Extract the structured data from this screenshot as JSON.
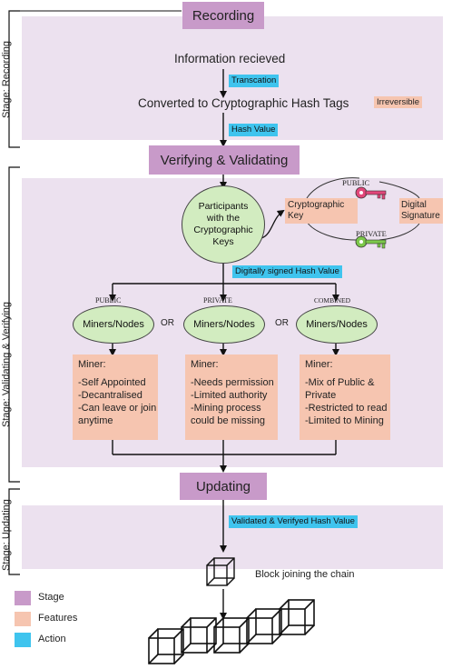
{
  "stages": {
    "recording": "Recording",
    "verifying": "Verifying & Validating",
    "updating": "Updating"
  },
  "side_labels": {
    "recording": "Stage: Recording",
    "validating": "Stage: Validating & Verifying",
    "updating": "Stage: Updating"
  },
  "recording": {
    "info": "Information recieved",
    "action_transaction": "Transcation",
    "converted": "Converted to Cryptographic Hash Tags",
    "irreversible": "Irreversible",
    "action_hash": "Hash Value"
  },
  "validating": {
    "participants": [
      "Participants",
      "with the",
      "Cryptographic",
      "Keys"
    ],
    "public_label": "PUBLIC",
    "private_label": "PRIVATE",
    "crypto_key": [
      "Cryptographic",
      "Key"
    ],
    "digital_signature": [
      "Digital",
      "Signature"
    ],
    "action_signed": "Digitally signed Hash Value",
    "branch_public": "PUBLIC",
    "branch_private": "PRIVATE",
    "branch_combined": "COMBINED",
    "or_label": "OR",
    "nodes_label": "Miners/Nodes",
    "miners": [
      {
        "title": "Miner:",
        "lines": [
          "-Self Appointed",
          "-Decantralised",
          "-Can leave or join",
          "anytime"
        ]
      },
      {
        "title": "Miner:",
        "lines": [
          "-Needs permission",
          "-Limited authority",
          "-Mining process",
          "could be missing"
        ]
      },
      {
        "title": "Miner:",
        "lines": [
          "-Mix of Public &",
          "Private",
          "-Restricted to read",
          "-Limited to Mining"
        ]
      }
    ]
  },
  "updating": {
    "action_validated": "Validated & Verifyed Hash Value",
    "block_label": "Block joining the chain"
  },
  "legend": [
    {
      "label": "Stage",
      "color": "#c89ac9"
    },
    {
      "label": "Features",
      "color": "#f6c5b0"
    },
    {
      "label": "Action",
      "color": "#3fc4ee"
    }
  ],
  "colors": {
    "panel": "#ece1ef",
    "node": "#d2ecc0",
    "public_key": "#e2477a",
    "private_key": "#7cc84a"
  }
}
